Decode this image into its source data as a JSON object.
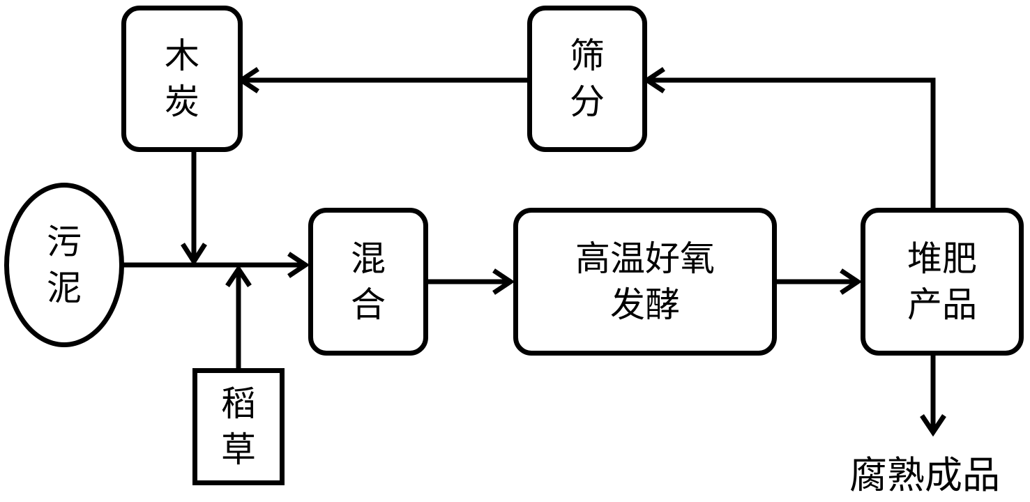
{
  "nodes": {
    "charcoal": "木\n炭",
    "screening": "筛\n分",
    "sludge": "污\n泥",
    "mixing": "混\n合",
    "fermentation": "高温好氧\n发酵",
    "compost": "堆肥\n产品",
    "straw": "稻\n草"
  },
  "outputs": {
    "final_product": "腐熟成品"
  },
  "colors": {
    "stroke": "#000000",
    "background": "#ffffff"
  }
}
